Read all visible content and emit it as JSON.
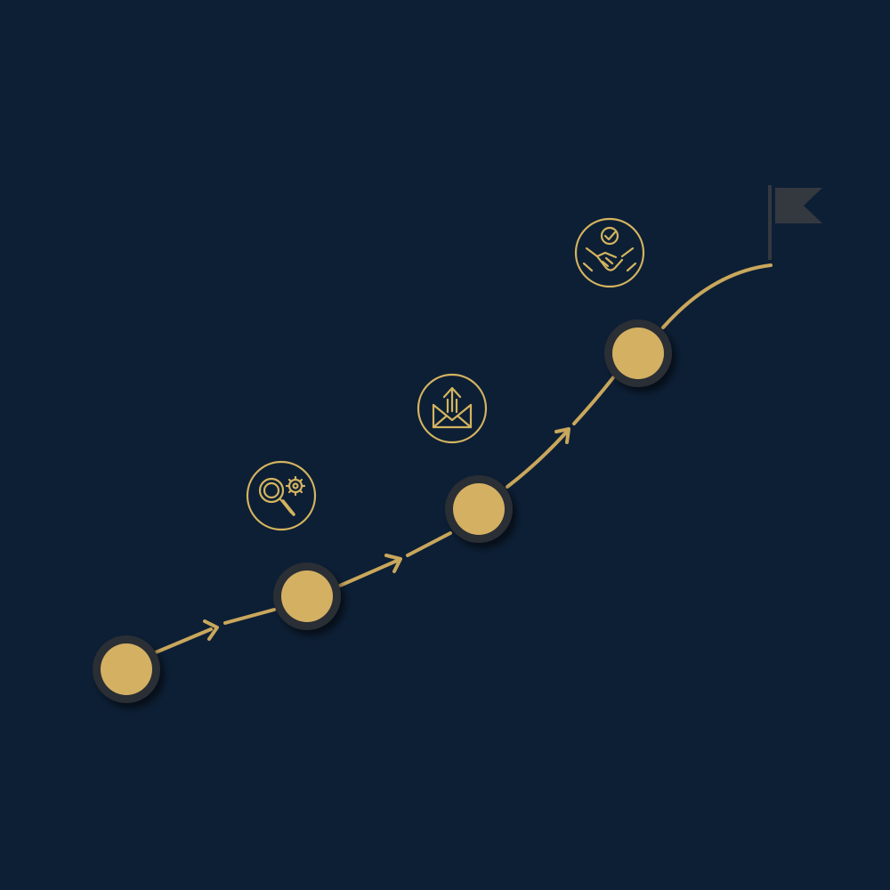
{
  "colors": {
    "background": "#0d1f35",
    "path": "#c9a75c",
    "node_fill": "#d4b062",
    "node_ring": "#2a2e35",
    "icon_stroke": "#d4b45f",
    "flag": "#34383f"
  },
  "milestones": [
    {
      "name": "milestone-1",
      "icon": null
    },
    {
      "name": "milestone-2",
      "icon": "search-gear-icon"
    },
    {
      "name": "milestone-3",
      "icon": "outbox-upload-icon"
    },
    {
      "name": "milestone-4",
      "icon": "handshake-check-icon"
    }
  ],
  "goal": {
    "icon": "finish-flag-icon"
  }
}
